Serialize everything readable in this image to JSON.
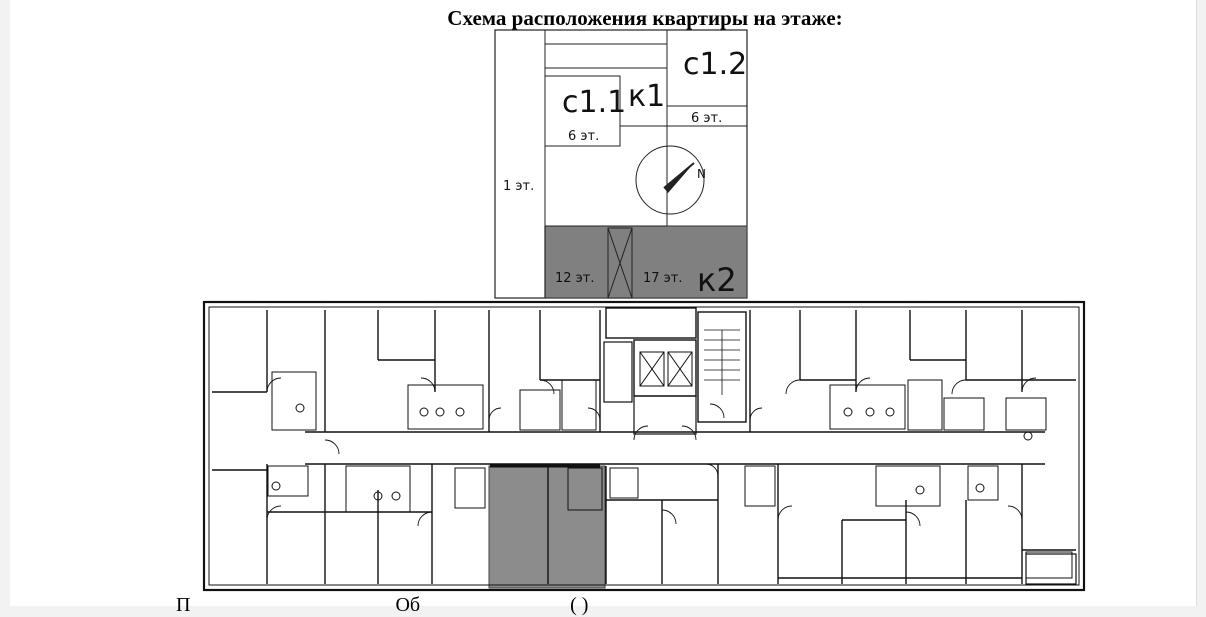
{
  "page": {
    "title": "Схема расположения квартиры на этаже:",
    "top_cut_text": "",
    "bottom_cut_text": "П                                         Об                              ( )"
  },
  "site_plan": {
    "sections": [
      {
        "id": "c1.1",
        "label": "с1.1",
        "floors": "6 эт."
      },
      {
        "id": "k1",
        "label": "к1",
        "floors": ""
      },
      {
        "id": "c1.2",
        "label": "с1.2",
        "floors": "6 эт."
      },
      {
        "id": "side",
        "label": "",
        "floors": "1 эт."
      },
      {
        "id": "k2",
        "label": "к2",
        "floors_left": "12 эт.",
        "floors_right": "17 эт."
      }
    ],
    "compass_label": "N",
    "highlight_color": "#808080"
  },
  "floor_plan": {
    "highlight_color": "#8c8c8c"
  }
}
